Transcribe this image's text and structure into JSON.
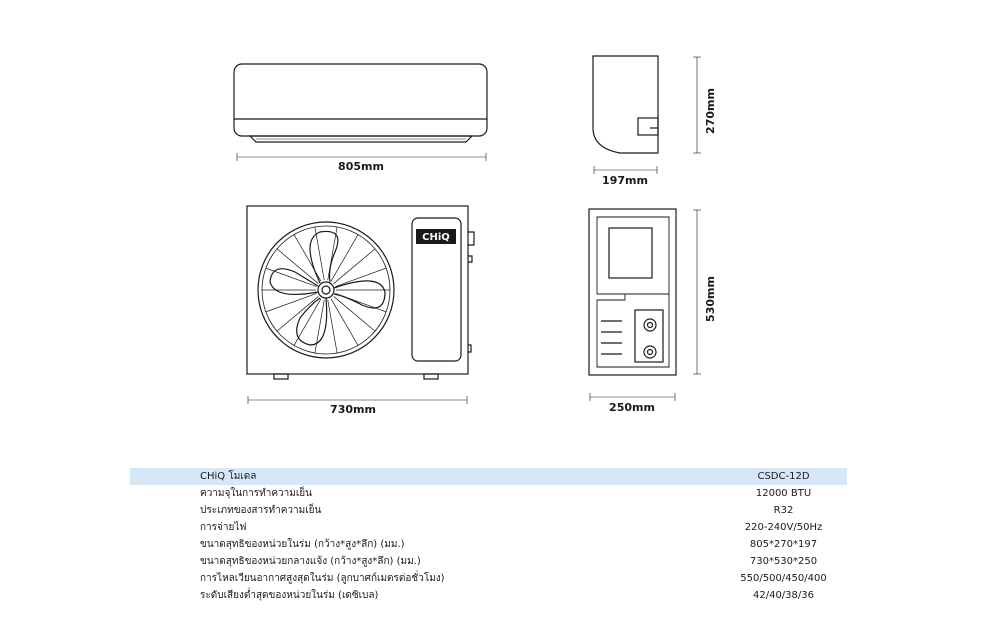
{
  "dimensions": {
    "indoor_width": "805mm",
    "indoor_depth": "197mm",
    "indoor_height": "270mm",
    "outdoor_width": "730mm",
    "outdoor_depth": "250mm",
    "outdoor_height": "530mm"
  },
  "brand_logo_text": "CHiQ",
  "colors": {
    "header_row": "#d6e8f8",
    "line": "#1a1a1a"
  },
  "specs": {
    "header": {
      "label": "CHiQ โมเดล",
      "value": "CSDC-12D"
    },
    "rows": [
      {
        "label": "ความจุในการทำความเย็น",
        "value": "12000 BTU"
      },
      {
        "label": "ประเภทของสารทำความเย็น",
        "value": "R32"
      },
      {
        "label": "การจ่ายไฟ",
        "value": "220-240V/50Hz"
      },
      {
        "label": "ขนาดสุทธิของหน่วยในร่ม (กว้าง*สูง*ลึก) (มม.)",
        "value": "805*270*197"
      },
      {
        "label": "ขนาดสุทธิของหน่วยกลางแจ้ง (กว้าง*สูง*ลึก) (มม.)",
        "value": "730*530*250"
      },
      {
        "label": "การไหลเวียนอากาศสูงสุดในร่ม (ลูกบาศก์เมตรต่อชั่วโมง)",
        "value": "550/500/450/400"
      },
      {
        "label": "ระดับเสียงต่ำสุดของหน่วยในร่ม (เดซิเบล)",
        "value": "42/40/38/36"
      }
    ]
  }
}
